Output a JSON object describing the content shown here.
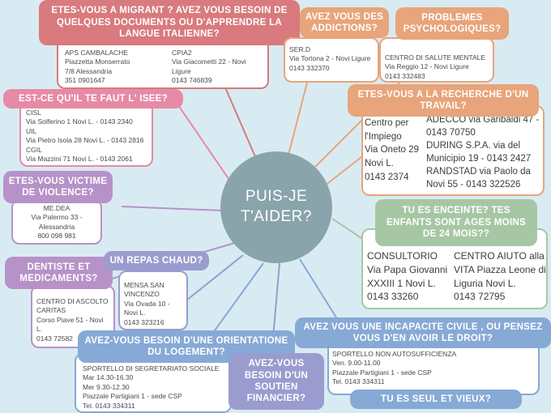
{
  "center": {
    "line1": "PUIS-JE",
    "line2": "T'AIDER?"
  },
  "colors": {
    "background": "#d9ebf2",
    "center": "#89a4ab",
    "red": "#d97a7e",
    "orange": "#e8a47a",
    "pink": "#e68aa6",
    "purple": "#b792c8",
    "periwinkle": "#9a9ccf",
    "blue": "#87a9d6",
    "green": "#a7c7a4"
  },
  "migrant": {
    "title": "ETES-VOUS A MIGRANT ? AVEZ VOUS BESOIN DE QUELQUES DOCUMENTS OU D'APPRENDRE LA LANGUE ITALIENNE?",
    "col1": "APS CAMBALACHE\nPiazzetta    Monserrato\n7/8  Alessandria\n351 0901647",
    "col2": "CPIA2\nVia Giacometti 22 - Novi\nLigure\n0143 746839"
  },
  "addictions": {
    "title": "AVEZ VOUS DES ADDICTIONS?",
    "text": "SER.D\nVia Tortona 2 - Novi Ligure\n0143 332370"
  },
  "psych": {
    "title": "PROBLEMES PSYCHOLOGIQUES?",
    "text": "CENTRO DI SALUTE MENTALE\nVia Reggio 12 - Novi Ligure\n0143 332483"
  },
  "isee": {
    "title": "EST-CE QU'IL TE FAUT L' ISEE?",
    "text": "CISL\nVia Solferino 1 Novi L. - 0143 2340\nUIL\nVia Pietro Isola 28 Novi L.  - 0143 2816\nCGIL\nVia Mazzini 71 Novi L. - 0143 2061"
  },
  "work": {
    "title": "ETES-VOUS A LA RECHERCHE D'UN TRAVAIL?",
    "col1": "Centro   per\nl'Impiego\nVia Oneto 29\n Novi L.\n0143 2374",
    "col2": "ADECCO via Garibaldi 47 -\n0143 70750\nDURING  S.P.A.  via  del\nMunicipio 19 - 0143 2427\nRANDSTAD  via  Paolo  da\nNovi 55 - 0143 322526"
  },
  "violence": {
    "title": "ETES-VOUS VICTIME DE VIOLENCE?",
    "text": "ME.DEA\nVia Palermo 33 -\nAlessandria\n800 098 981"
  },
  "pregnant": {
    "title": "TU ES ENCEINTE? TES ENFANTS SONT AGES MOINS DE 24 MOIS??",
    "col1": "CONSULTORIO\nVia Papa Giovanni\nXXXIII 1 Novi L.\n0143 33260",
    "col2": "CENTRO AIUTO alla\nVITA Piazza Leone di\nLiguria  Novi L.\n0143 72795"
  },
  "dentist": {
    "title": "DENTISTE ET MEDICAMENTS?",
    "text": "CENTRO DI ASCOLTO\nCARITAS\nCorso Piave 51 - Novi\nL.\n0143 72582"
  },
  "meal": {
    "title": "UN REPAS CHAUD?",
    "text": "MENSA        SAN\nVINCENZO\nVia  Ovada  10  -\nNovi L.\n0143 323216"
  },
  "housing": {
    "title": "AVEZ-VOUS BESOIN D'UNE ORIENTATIONE DU LOGEMENT?",
    "text": "SPORTELLO DI SEGRETARIATO SOCIALE\nMar 14.30-16.30\nMer 9.30-12.30\nPiazzale Partigiani 1 - sede CSP\nTel. 0143 334311"
  },
  "financial": {
    "title": "AVEZ-VOUS BESOIN D'UN SOUTIEN FINANCIER?"
  },
  "disability": {
    "title": "AVEZ VOUS UNE INCAPACITE CIVILE , OU PENSEZ VOUS D'EN AVOIR LE DROIT?",
    "text": "SPORTELLO NON  AUTOSUFFICIENZA\nVen. 9.00-11.00\nPiazzale Partigiani 1 - sede CSP\nTel. 0143 334311"
  },
  "alone": {
    "title": "TU ES SEUL ET VIEUX?"
  }
}
